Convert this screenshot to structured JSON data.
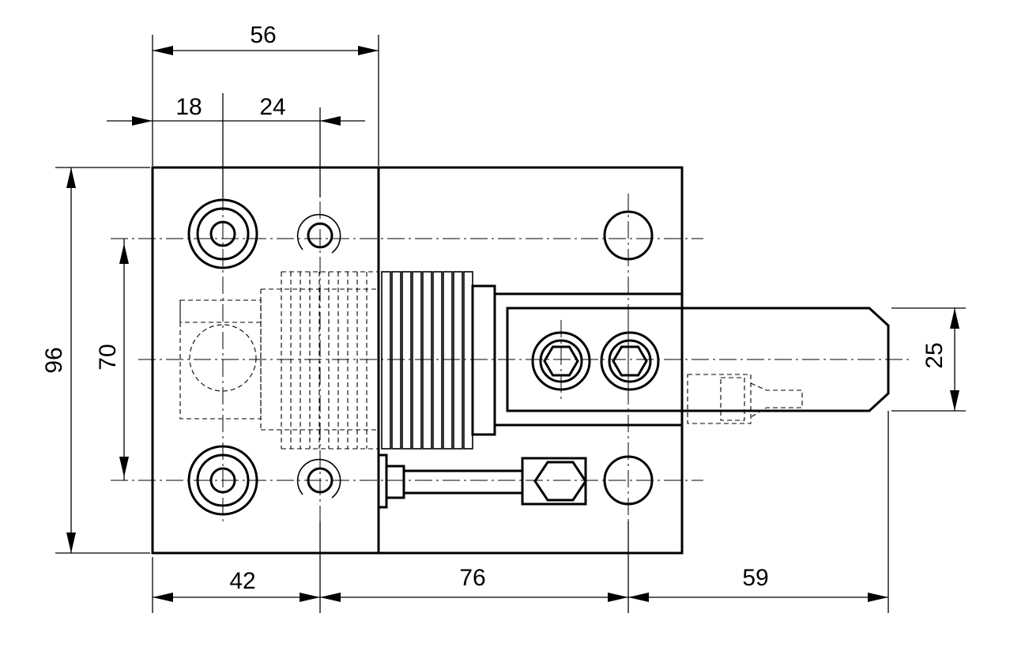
{
  "dimensions": {
    "overall_top_width": "56",
    "top_left_offset": "18",
    "top_hole_spacing": "24",
    "overall_height": "96",
    "mount_hole_spacing": "70",
    "bottom_left_segment": "42",
    "bottom_mid_segment": "76",
    "bottom_right_segment": "59",
    "tip_height": "25"
  },
  "colors": {
    "line": "#000000",
    "background": "#ffffff"
  },
  "icons": {
    "socket_screw": "hex-socket-screw-icon",
    "mount_hole": "counterbored-hole-icon"
  }
}
